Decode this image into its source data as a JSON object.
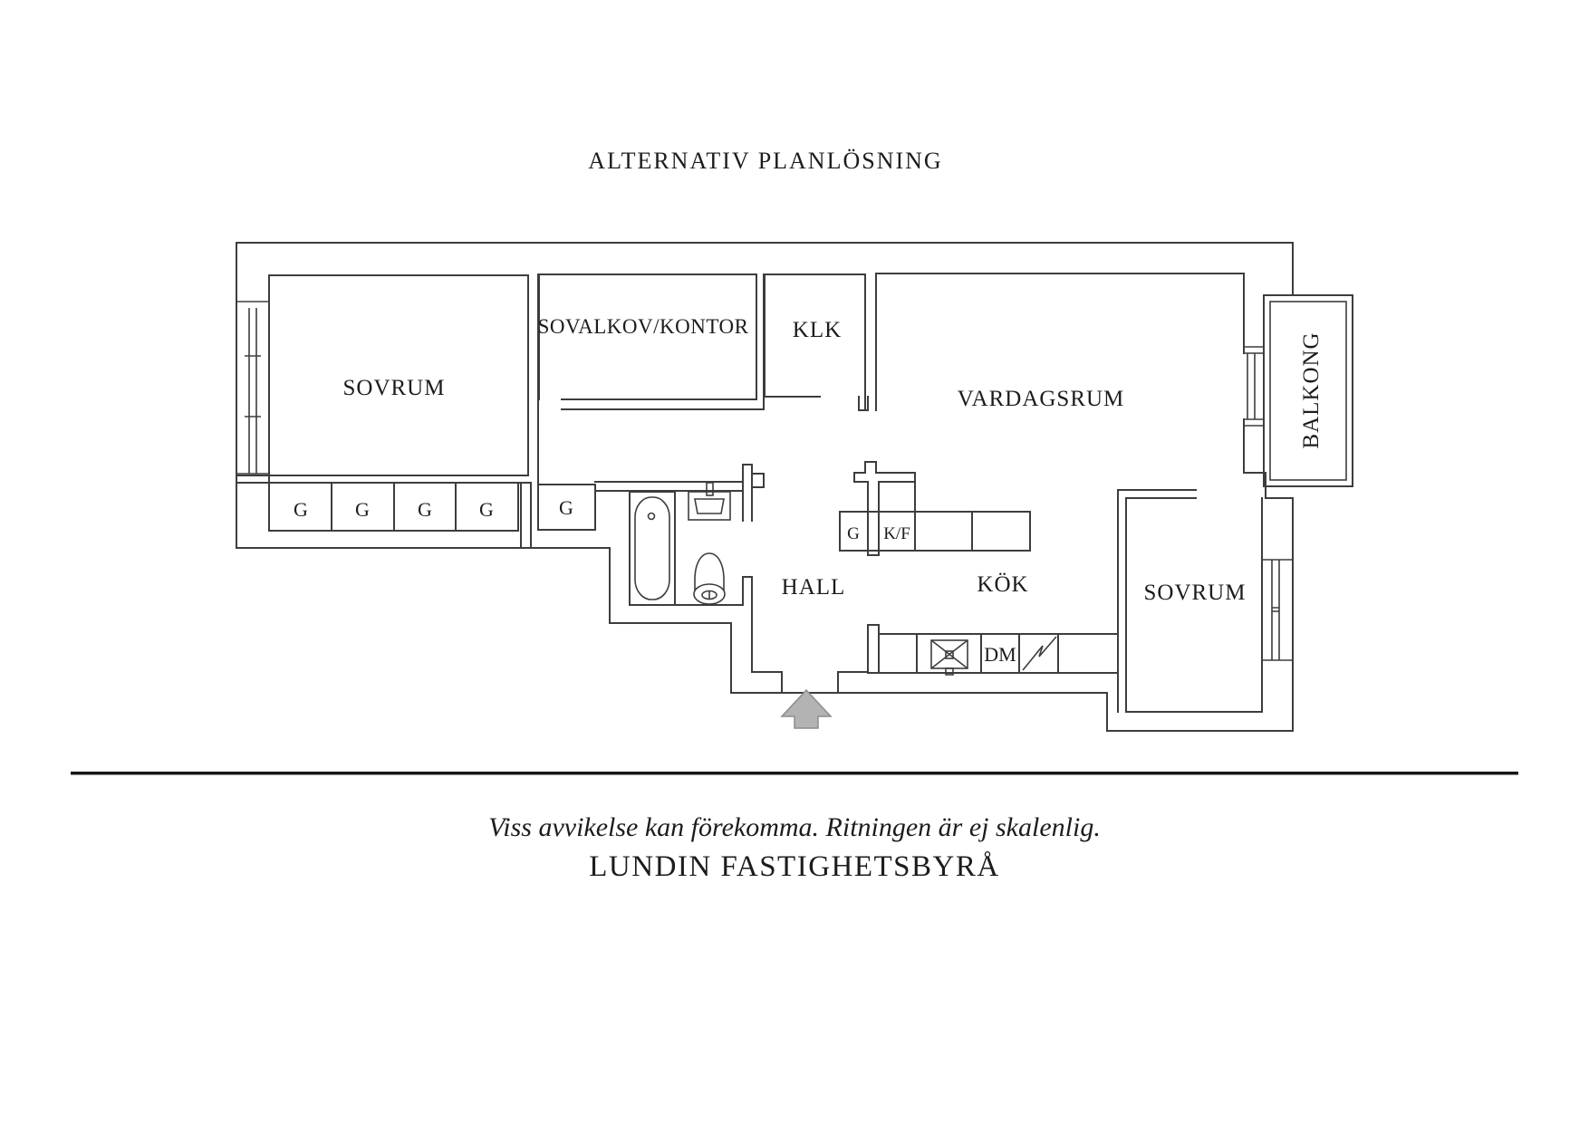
{
  "title": "ALTERNATIV PLANLÖSNING",
  "floorplan": {
    "rooms": {
      "sovrum_left": "SOVRUM",
      "sovalkov": "SOVALKOV/KONTOR",
      "klk": "KLK",
      "vardagsrum": "VARDAGSRUM",
      "balkong": "BALKONG",
      "hall": "HALL",
      "kok": "KÖK",
      "sovrum_right": "SOVRUM"
    },
    "wardrobes": [
      "G",
      "G",
      "G",
      "G",
      "G"
    ],
    "kitchen": {
      "cabinet_label": "G",
      "fridge_freezer_label": "K/F",
      "dishwasher_label": "DM"
    }
  },
  "footer": {
    "disclaimer": "Viss avvikelse kan förekomma. Ritningen är ej skalenlig.",
    "brand": "LUNDIN FASTIGHETSBYRÅ"
  },
  "colors": {
    "background": "#ffffff",
    "line": "#3d3d3d",
    "text": "#1c1c1c",
    "arrow_fill": "#b3b3b3",
    "arrow_stroke": "#8c8c8c"
  }
}
